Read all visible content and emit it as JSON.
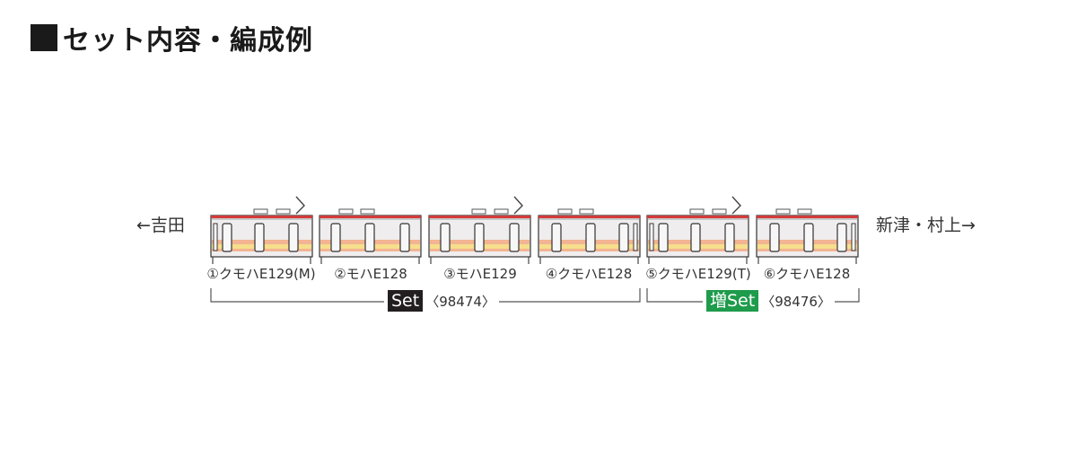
{
  "title": "セット内容・編成例",
  "directions": {
    "left": "←吉田",
    "right": "新津・村上→"
  },
  "colors": {
    "stripe_orange": "#f3b493",
    "stripe_yellow": "#f6df8c",
    "roof_red": "#d33a3a",
    "body": "#efeded",
    "set_badge": "#231f20",
    "add_badge": "#1e9b4b"
  },
  "cars": [
    {
      "label": "①クモハE129(M)",
      "cab": "left",
      "pantograph": true
    },
    {
      "label": "②モハE128",
      "cab": "none",
      "pantograph": false
    },
    {
      "label": "③モハE129",
      "cab": "none",
      "pantograph": true
    },
    {
      "label": "④クモハE128",
      "cab": "right",
      "pantograph": false
    },
    {
      "label": "⑤クモハE129(T)",
      "cab": "left",
      "pantograph": true
    },
    {
      "label": "⑥クモハE128",
      "cab": "right",
      "pantograph": false
    }
  ],
  "sets": [
    {
      "badge": "Set",
      "number": "〈98474〉"
    },
    {
      "badge": "増Set",
      "number": "〈98476〉"
    }
  ]
}
